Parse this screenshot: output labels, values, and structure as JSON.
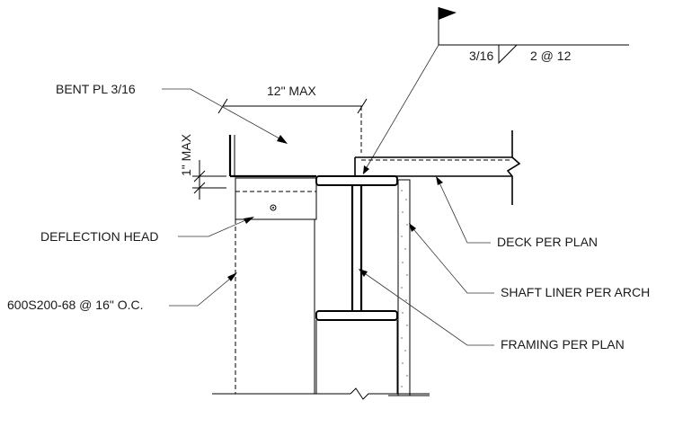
{
  "labels": {
    "bent_pl": "BENT PL 3/16",
    "dim_12": "12\" MAX",
    "dim_1": "1\" MAX",
    "weld_size": "3/16",
    "weld_pitch": "2 @ 12",
    "deflection_head": "DEFLECTION HEAD",
    "studs": "600S200-68 @ 16\" O.C.",
    "deck": "DECK PER PLAN",
    "shaft_liner": "SHAFT LINER PER ARCH",
    "framing": "FRAMING PER PLAN"
  }
}
